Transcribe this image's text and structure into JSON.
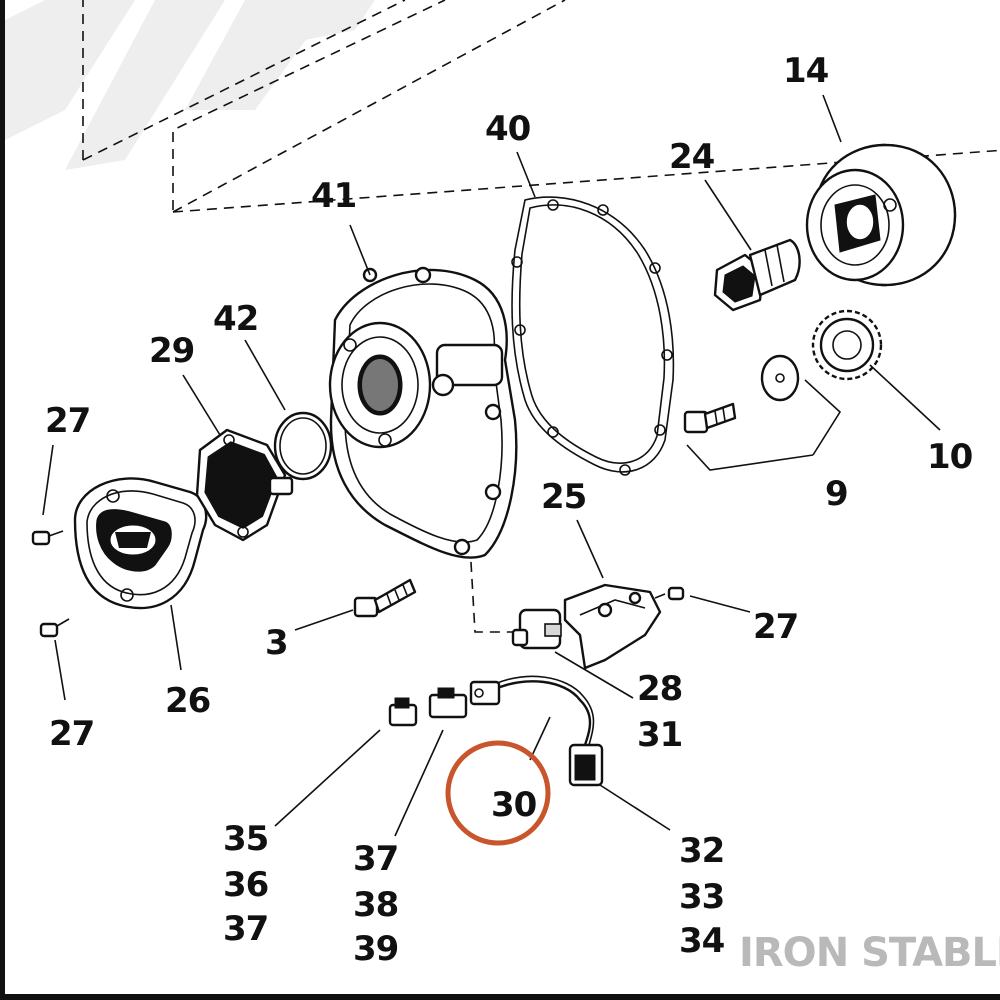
{
  "diagram": {
    "callouts": {
      "c14": "14",
      "c40": "40",
      "c24": "24",
      "c41": "41",
      "c42": "42",
      "c29": "29",
      "c27a": "27",
      "c10": "10",
      "c9": "9",
      "c25": "25",
      "c27b": "27",
      "c3": "3",
      "c26": "26",
      "c27c": "27",
      "c28": "28",
      "c31": "31",
      "c30": "30",
      "c35": "35",
      "c36": "36",
      "c37a": "37",
      "c37b": "37",
      "c38": "38",
      "c39": "39",
      "c32": "32",
      "c33": "33",
      "c34": "34"
    },
    "highlighted_callout": "30",
    "highlight_color": "#c8552b",
    "watermark": "IRON STABLE",
    "watermark_color": "#b9b9b9"
  }
}
